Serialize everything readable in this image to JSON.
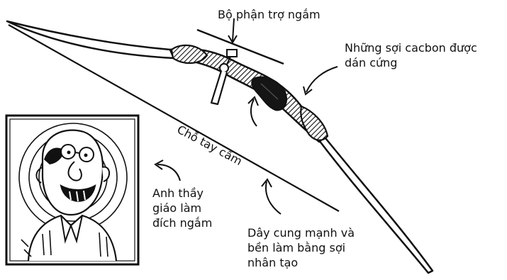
{
  "labels": {
    "sight": "Bộ phận trợ ngắm",
    "carbon": [
      "Những sợi cacbon được",
      "dán cứng"
    ],
    "grip": "Chỗ tay cầm",
    "target": [
      "Anh thầy",
      "giáo làm",
      "đích ngắm"
    ],
    "string": [
      "Dây cung mạnh và",
      "bền làm bằng sợi",
      "nhân tạo"
    ]
  }
}
